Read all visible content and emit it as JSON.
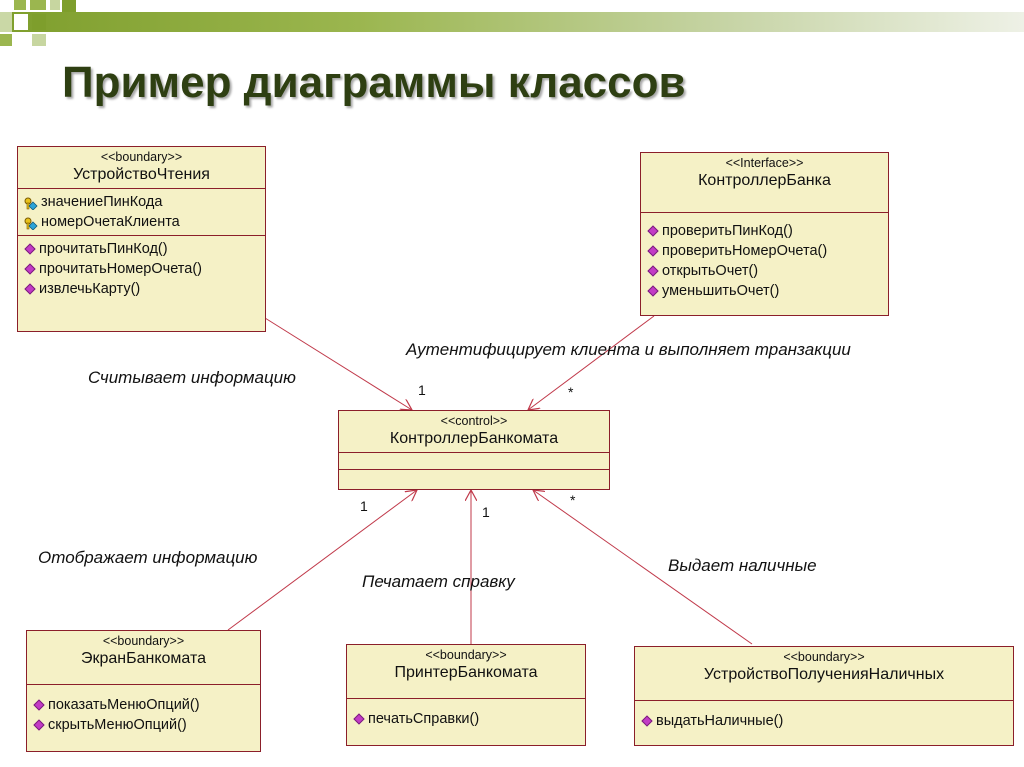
{
  "title": "Пример диаграммы классов",
  "classes": {
    "reader": {
      "stereotype": "<<boundary>>",
      "name": "УстройствоЧтения",
      "attributes": [
        "значениеПинКода",
        "номерОчетаКлиента"
      ],
      "operations": [
        "прочитатьПинКод()",
        "прочитатьНомерОчета()",
        "извлечьКарту()"
      ]
    },
    "bank": {
      "stereotype": "<<Interface>>",
      "name": "КонтроллерБанка",
      "operations": [
        "проверитьПинКод()",
        "проверитьНомерОчета()",
        "открытьОчет()",
        "уменьшитьОчет()"
      ]
    },
    "controller": {
      "stereotype": "<<control>>",
      "name": "КонтроллерБанкомата"
    },
    "screen": {
      "stereotype": "<<boundary>>",
      "name": "ЭкранБанкомата",
      "operations": [
        "показатьМенюОпций()",
        "скрытьМенюОпций()"
      ]
    },
    "printer": {
      "stereotype": "<<boundary>>",
      "name": "ПринтерБанкомата",
      "operations": [
        "печатьСправки()"
      ]
    },
    "cash": {
      "stereotype": "<<boundary>>",
      "name": "УстройствоПолученияНаличных",
      "operations": [
        "выдатьНаличные()"
      ]
    }
  },
  "associations": {
    "reads": {
      "label": "Считывает информацию",
      "mult": "1"
    },
    "auth": {
      "label": "Аутентифицирует клиента и выполняет транзакции",
      "mult": "*"
    },
    "display": {
      "label": "Отображает информацию",
      "mult": "1"
    },
    "print": {
      "label": "Печатает справку",
      "mult": "1"
    },
    "dispense": {
      "label": "Выдает наличные",
      "mult": "*"
    }
  },
  "colors": {
    "class_fill": "#f5f1c6",
    "class_border": "#8b1f2a",
    "association_line": "#c0394a",
    "title_text": "#2e3f12",
    "header_green": "#7e9e2c"
  }
}
